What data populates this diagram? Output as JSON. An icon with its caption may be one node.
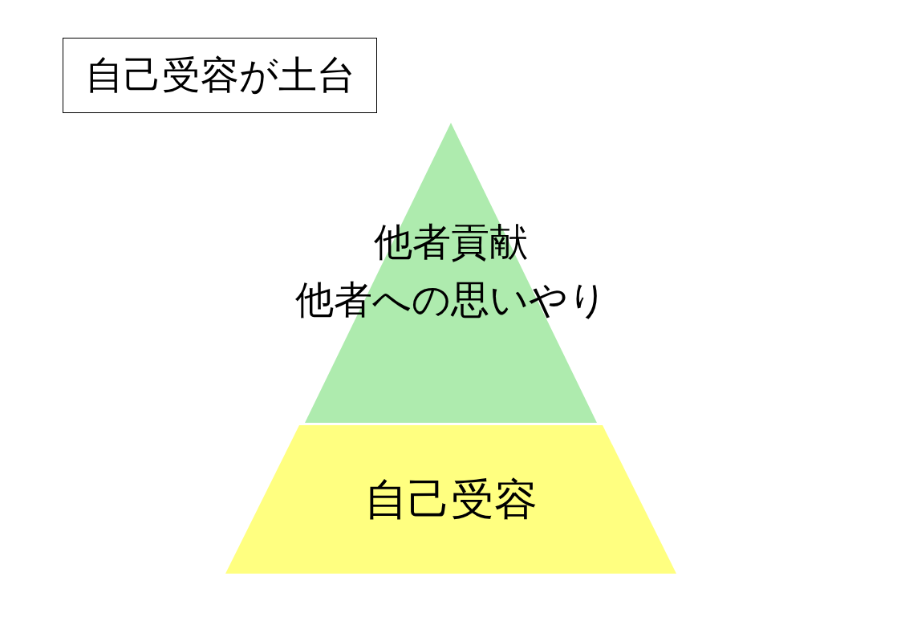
{
  "diagram": {
    "title": "自己受容が土台",
    "nodes": [
      {
        "text": [
          "他者貢献",
          "他者への思いやり"
        ]
      },
      {
        "text": [
          "自己受容"
        ]
      }
    ]
  }
}
